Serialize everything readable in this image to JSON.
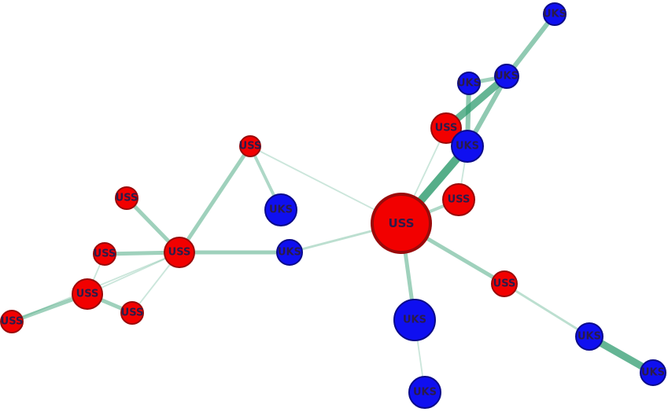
{
  "graph": {
    "colors": {
      "uss_fill": "#f20000",
      "uss_stroke": "#9a0a0a",
      "uks_fill": "#0f0ff0",
      "uks_stroke": "#0a0a8a",
      "edge": "#2e9b6e"
    },
    "nodes": [
      {
        "id": "n1",
        "group": "UKS",
        "label": "UKS"
      },
      {
        "id": "n2",
        "group": "UKS",
        "label": "UKS"
      },
      {
        "id": "n3",
        "group": "UKS",
        "label": "UKS"
      },
      {
        "id": "n4",
        "group": "USS",
        "label": "USS"
      },
      {
        "id": "n5",
        "group": "UKS",
        "label": "UKS"
      },
      {
        "id": "n6",
        "group": "USS",
        "label": "USS"
      },
      {
        "id": "n7",
        "group": "USS",
        "label": "USS"
      },
      {
        "id": "n8",
        "group": "USS",
        "label": "USS"
      },
      {
        "id": "n9",
        "group": "UKS",
        "label": "UKS"
      },
      {
        "id": "n10",
        "group": "USS",
        "label": "USS"
      },
      {
        "id": "n11",
        "group": "USS",
        "label": "USS"
      },
      {
        "id": "n12",
        "group": "USS",
        "label": "USS"
      },
      {
        "id": "n13",
        "group": "UKS",
        "label": "UKS"
      },
      {
        "id": "n14",
        "group": "USS",
        "label": "USS"
      },
      {
        "id": "n15",
        "group": "USS",
        "label": "USS"
      },
      {
        "id": "n16",
        "group": "USS",
        "label": "USS"
      },
      {
        "id": "n17",
        "group": "UKS",
        "label": "UKS"
      },
      {
        "id": "n18",
        "group": "USS",
        "label": "USS"
      },
      {
        "id": "n19",
        "group": "UKS",
        "label": "UKS"
      },
      {
        "id": "n20",
        "group": "UKS",
        "label": "UKS"
      },
      {
        "id": "n21",
        "group": "UKS",
        "label": "UKS"
      }
    ],
    "edges": [
      {
        "source": "n1",
        "target": "n3",
        "weight": 5
      },
      {
        "source": "n3",
        "target": "n2",
        "weight": 4
      },
      {
        "source": "n3",
        "target": "n4",
        "weight": 8
      },
      {
        "source": "n2",
        "target": "n5",
        "weight": 5
      },
      {
        "source": "n3",
        "target": "n5",
        "weight": 5
      },
      {
        "source": "n4",
        "target": "n5",
        "weight": 3
      },
      {
        "source": "n5",
        "target": "n8",
        "weight": 9
      },
      {
        "source": "n4",
        "target": "n8",
        "weight": 1
      },
      {
        "source": "n5",
        "target": "n7",
        "weight": 1
      },
      {
        "source": "n7",
        "target": "n8",
        "weight": 3
      },
      {
        "source": "n8",
        "target": "n9",
        "weight": 2
      },
      {
        "source": "n8",
        "target": "n6",
        "weight": 1
      },
      {
        "source": "n8",
        "target": "n17",
        "weight": 4
      },
      {
        "source": "n8",
        "target": "n18",
        "weight": 4
      },
      {
        "source": "n17",
        "target": "n20",
        "weight": 1
      },
      {
        "source": "n18",
        "target": "n19",
        "weight": 2
      },
      {
        "source": "n19",
        "target": "n21",
        "weight": 8
      },
      {
        "source": "n9",
        "target": "n11",
        "weight": 4
      },
      {
        "source": "n6",
        "target": "n11",
        "weight": 4
      },
      {
        "source": "n10",
        "target": "n11",
        "weight": 4
      },
      {
        "source": "n12",
        "target": "n11",
        "weight": 4
      },
      {
        "source": "n11",
        "target": "n14",
        "weight": 1
      },
      {
        "source": "n11",
        "target": "n15",
        "weight": 1
      },
      {
        "source": "n11",
        "target": "n16",
        "weight": 1
      },
      {
        "source": "n13",
        "target": "n6",
        "weight": 3
      },
      {
        "source": "n14",
        "target": "n12",
        "weight": 1
      },
      {
        "source": "n14",
        "target": "n15",
        "weight": 4
      },
      {
        "source": "n14",
        "target": "n16",
        "weight": 4
      }
    ]
  }
}
